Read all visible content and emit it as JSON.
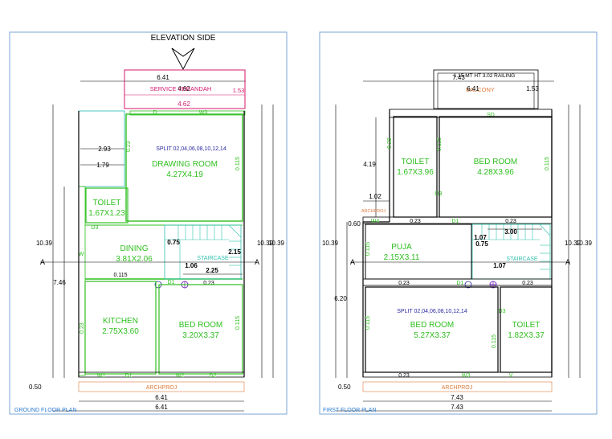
{
  "colors": {
    "wall": "#000000",
    "room_label": "#2fbf1f",
    "cyan": "#19b5b0",
    "magenta": "#d6186b",
    "blue": "#2a2aa0",
    "archproj": "#e07a3a",
    "frame": "#7aa6d6",
    "dim": "#000000",
    "purple": "#7a2fbf",
    "stair": "#2fbfae"
  },
  "ground": {
    "caption": "GROUND FLOOR PLAN",
    "elevation_label": "ELEVATION SIDE",
    "veranda_label": "SERVICE VERANDAH",
    "split_note": "SPLIT 02,04,06,08,10,12,14",
    "stair_label": "STAIRCASE",
    "archproj": "ARCHPROJ",
    "rooms": [
      {
        "name": "DRAWING ROOM",
        "size": "4.27X4.19"
      },
      {
        "name": "TOILET",
        "size": "1.67X1.23"
      },
      {
        "name": "DINING",
        "size": "3.81X2.06"
      },
      {
        "name": "KITCHEN",
        "size": "2.75X3.60"
      },
      {
        "name": "BED ROOM",
        "size": "3.20X3.37"
      }
    ],
    "dims": {
      "top_width": "6.41",
      "top_width_inner": "4.62",
      "veranda_width": "4.62",
      "veranda_side": "1.53",
      "d_293": "2.93",
      "d_179": "1.79",
      "d_023a": "0.23",
      "d_0115a": "0.115",
      "d_0115b": "0.115",
      "d_0115c": "0.115",
      "d_0115d": "0.115",
      "d_075": "0.75",
      "d_106": "1.06",
      "d_215": "2.15",
      "d_225": "2.25",
      "d_023b": "0.23",
      "d_023c": "0.23",
      "left_total": "10.39",
      "right_total_a": "10.39",
      "right_total_b": "10.39",
      "left_746": "7.46",
      "bottom_050": "0.50",
      "bottom_641a": "6.41",
      "bottom_641b": "6.41",
      "axis_a": "A",
      "axis_b": "A"
    },
    "marks": {
      "D": "D",
      "W3": "W3",
      "W": "W",
      "D1a": "D1",
      "D1b": "D1",
      "W1": "W1",
      "W2": "W2",
      "D2": "D2",
      "D3": "D3"
    }
  },
  "first": {
    "caption": "FIRST FLOOR PLAN",
    "railing_label": "1.15 MT HT 3.02 RAILING",
    "balcony_label": "BALCONY",
    "split_note": "SPLIT 02,04,06,08,10,12,14",
    "stair_label": "STAIRCASE",
    "archproj_a": "ARCHPROJ",
    "archproj_b": "ARCHPROJ",
    "rooms": [
      {
        "name": "TOILET",
        "size": "1.67X3.96"
      },
      {
        "name": "BED ROOM",
        "size": "4.28X3.96"
      },
      {
        "name": "PUJA",
        "size": "2.15X3.11"
      },
      {
        "name": "BED ROOM",
        "size": "5.27X3.37"
      },
      {
        "name": "TOILET",
        "size": "1.82X3.37"
      }
    ],
    "dims": {
      "top_743": "7.43",
      "top_641": "6.41",
      "top_153": "1.53",
      "d_419": "4.19",
      "d_102": "1.02",
      "d_060": "0.60",
      "d_0115a": "0.115",
      "d_0115b": "0.115",
      "d_0115c": "0.115",
      "d_0115d": "0.115",
      "d_0115e": "0.115",
      "d_023a": "0.23",
      "d_023b": "0.23",
      "d_023c": "0.23",
      "d_023d": "0.23",
      "d_023e": "0.23",
      "d_023f": "0.23",
      "d_107a": "1.07",
      "d_107b": "1.07",
      "d_075": "0.75",
      "d_300": "3.00",
      "left_total": "10.39",
      "right_total_a": "10.39",
      "right_total_b": "10.39",
      "left_620": "6.20",
      "bottom_050": "0.50",
      "bottom_743a": "7.43",
      "bottom_743b": "7.43",
      "axis_a": "A",
      "axis_b": "A"
    },
    "marks": {
      "SD": "SD",
      "W4": "W4",
      "D1a": "D1",
      "D1b": "D1",
      "D3a": "D3",
      "D3b": "D3",
      "W3": "W3",
      "V": "V"
    }
  }
}
